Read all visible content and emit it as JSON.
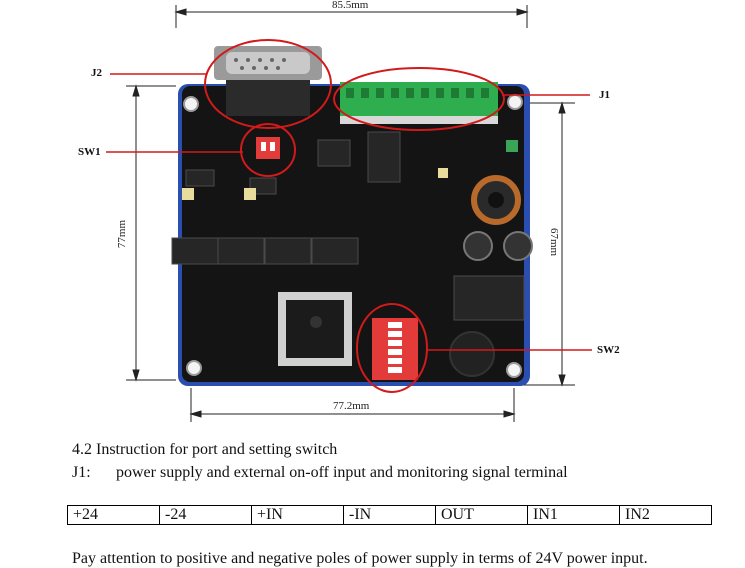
{
  "figure": {
    "dimensions": {
      "top_width": "85.5mm",
      "bottom_width": "77.2mm",
      "left_height": "77mm",
      "right_height": "67mm"
    },
    "callouts": {
      "j2": "J2",
      "j1": "J1",
      "sw1": "SW1",
      "sw2": "SW2"
    },
    "colors": {
      "pcb": "#111111",
      "mount_board": "#2a4fb0",
      "callout": "#d11a1a",
      "terminal": "#2fae4f",
      "dip": "#e33a3a"
    }
  },
  "section": {
    "heading": "4.2 Instruction for port and setting switch",
    "j1_label": "J1:",
    "j1_text": "power supply and external on-off input and monitoring signal terminal",
    "pins": [
      "+24",
      "-24",
      "+IN",
      "-IN",
      "OUT",
      "IN1",
      "IN2"
    ],
    "note": "Pay attention to positive and negative poles of power supply in terms of 24V power input."
  }
}
